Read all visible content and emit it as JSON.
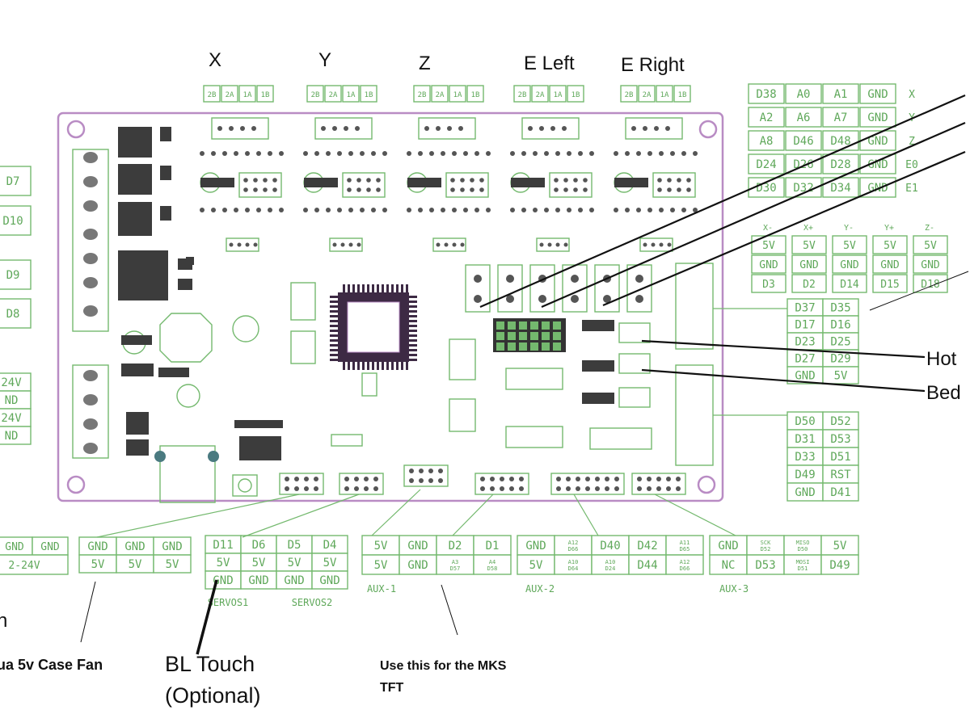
{
  "title": "MKS board pinout wiring diagram",
  "axes": {
    "x": "X",
    "y": "Y",
    "z": "Z",
    "e_left": "E Left",
    "e_right": "E Right"
  },
  "stepper_pins": [
    "2B",
    "2A",
    "1A",
    "1B"
  ],
  "endstop_grid": [
    [
      "D38",
      "A0",
      "A1",
      "GND",
      "X"
    ],
    [
      "A2",
      "A6",
      "A7",
      "GND",
      "Y"
    ],
    [
      "A8",
      "D46",
      "D48",
      "GND",
      "Z"
    ],
    [
      "D24",
      "D26",
      "D28",
      "GND",
      "E0"
    ],
    [
      "D30",
      "D32",
      "D34",
      "GND",
      "E1"
    ]
  ],
  "limit_switch_cols": [
    [
      "5V",
      "GND",
      "D3"
    ],
    [
      "5V",
      "GND",
      "D2"
    ],
    [
      "5V",
      "GND",
      "D14"
    ],
    [
      "5V",
      "GND",
      "D15"
    ],
    [
      "5V",
      "GND",
      "D18"
    ]
  ],
  "limit_col_tops": [
    "X-",
    "X+",
    "Y-",
    "Y+",
    "Z-"
  ],
  "right_block_1": [
    [
      "D37",
      "D35"
    ],
    [
      "D17",
      "D16"
    ],
    [
      "D23",
      "D25"
    ],
    [
      "D27",
      "D29"
    ],
    [
      "GND",
      "5V"
    ]
  ],
  "right_block_2": [
    [
      "D50",
      "D52"
    ],
    [
      "D31",
      "D53"
    ],
    [
      "D33",
      "D51"
    ],
    [
      "D49",
      "RST"
    ],
    [
      "GND",
      "D41"
    ]
  ],
  "left_labels": [
    "D7",
    "D10",
    "D9",
    "D8"
  ],
  "left_power": [
    "24V",
    "ND",
    "24V",
    "ND"
  ],
  "bottom_power": {
    "row1": [
      "GND",
      "GND"
    ],
    "row2": "2-24V"
  },
  "case_fan_block": [
    [
      "GND",
      "GND",
      "GND"
    ],
    [
      "5V",
      "5V",
      "5V"
    ]
  ],
  "servos_block": [
    [
      "D11",
      "D6",
      "D5",
      "D4"
    ],
    [
      "5V",
      "5V",
      "5V",
      "5V"
    ],
    [
      "GND",
      "GND",
      "GND",
      "GND"
    ]
  ],
  "servos_labels": [
    "SERVOS1",
    "SERVOS2"
  ],
  "aux1_block": [
    [
      "5V",
      "GND",
      "D2",
      "D1"
    ],
    [
      "5V",
      "GND",
      "A3 D57",
      "A4 D58"
    ]
  ],
  "aux1_label": "AUX-1",
  "aux2_block": [
    [
      "GND",
      "A12 D66",
      "D40",
      "D42",
      "A11 D65"
    ],
    [
      "5V",
      "A10 D64",
      "A10 D24",
      "D44",
      "A12 D66"
    ]
  ],
  "aux2_label": "AUX-2",
  "aux3_block": [
    [
      "GND",
      "SCK D52",
      "MISO D50",
      "5V"
    ],
    [
      "NC",
      "D53",
      "MOSI D51",
      "D49"
    ]
  ],
  "aux3_label": "AUX-3",
  "callouts": {
    "hot": "Hot",
    "bed": "Bed",
    "fan_partial": "n",
    "case_fan": "ua 5v Case Fan",
    "bltouch_1": "BL Touch",
    "bltouch_2": "(Optional)",
    "mks_tft_1": "Use this for the MKS",
    "mks_tft_2": "TFT"
  },
  "colors": {
    "silkscreen": "#74b96e",
    "board_outline": "#b98cc4",
    "callout_line": "#111111"
  }
}
